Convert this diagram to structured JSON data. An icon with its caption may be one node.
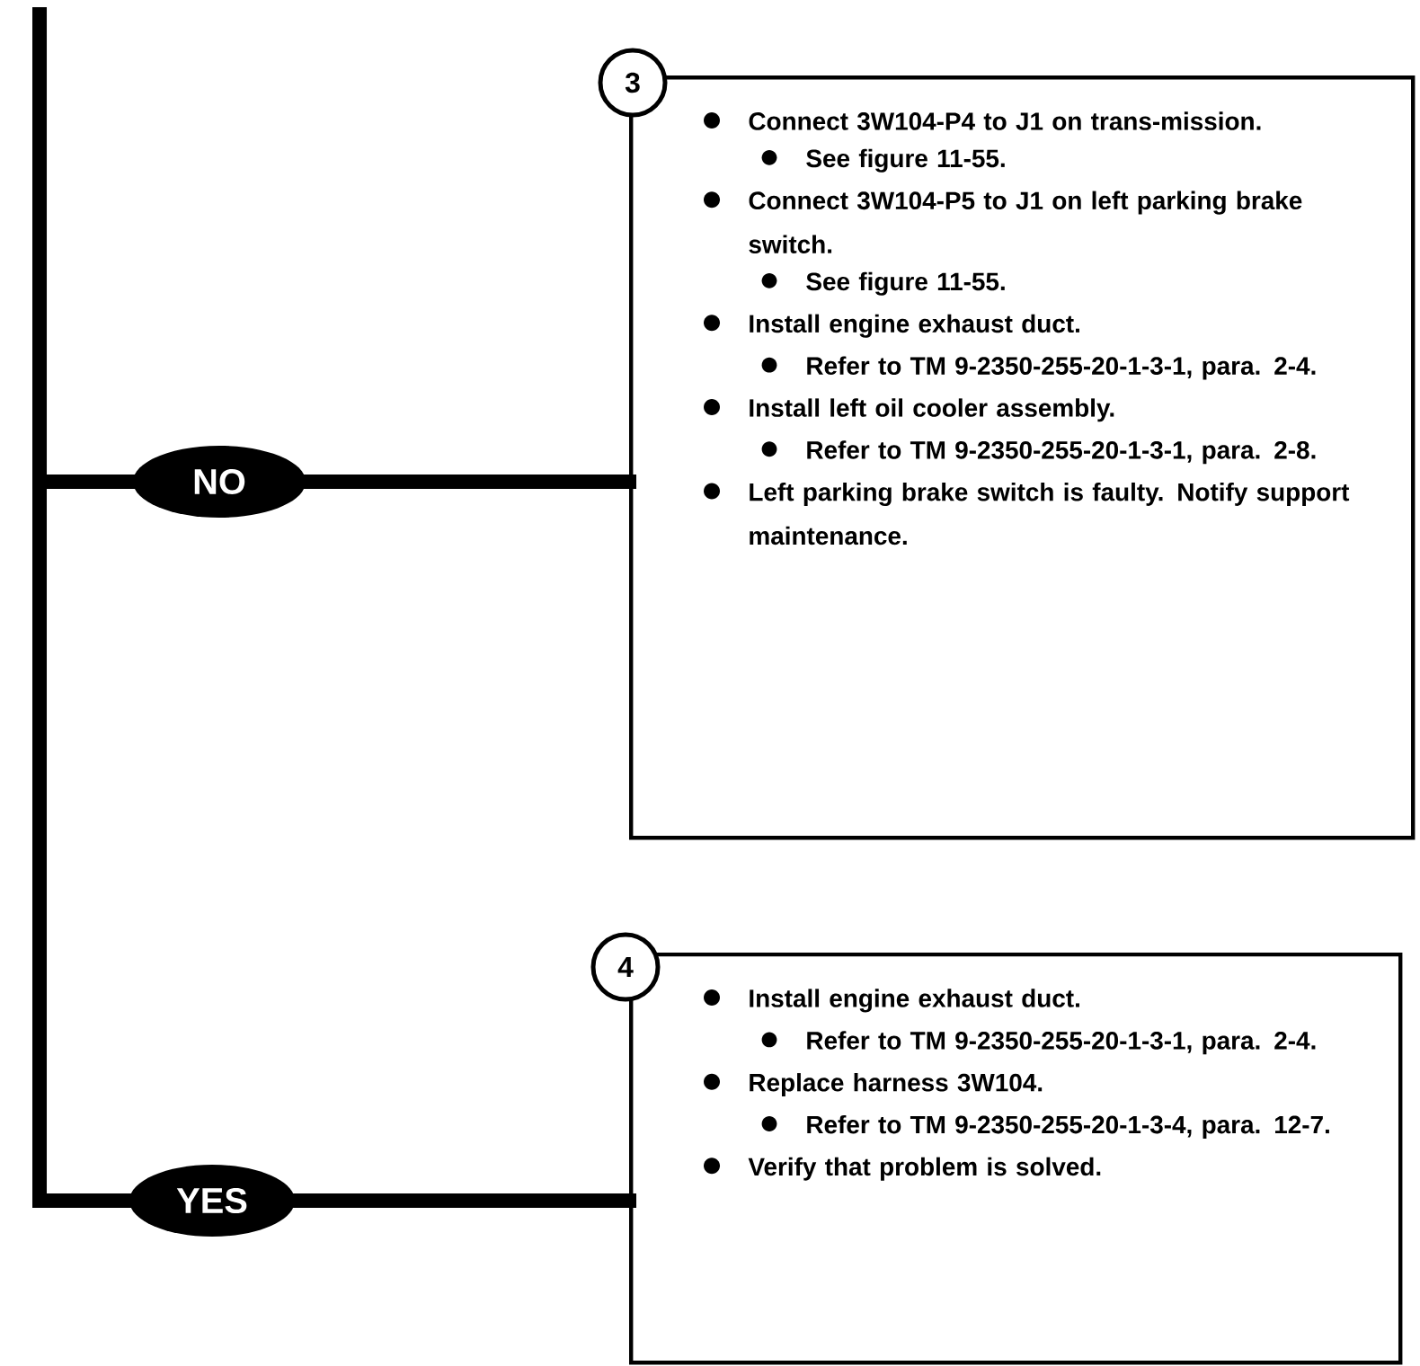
{
  "diagram": {
    "nodes": [
      {
        "text": [
          "NO"
        ]
      },
      {
        "text": [
          "3",
          "Connect 3W104-P4 to J1 on trans-mission.",
          "See figure 11-55.",
          "Connect 3W104-P5 to J1 on left parking brake switch.",
          "See figure 11-55.",
          "Install engine exhaust duct.",
          "Refer to TM 9-2350-255-20-1-3-1, para. 2-4.",
          "Install left oil cooler assembly.",
          "Refer to TM 9-2350-255-20-1-3-1, para. 2-8.",
          "Left parking brake switch is faulty. Notify support maintenance."
        ]
      },
      {
        "text": [
          "YES"
        ]
      },
      {
        "text": [
          "4",
          "Install engine exhaust duct.",
          "Refer to TM 9-2350-255-20-1-3-1, para. 2-4.",
          "Replace harness 3W104.",
          "Refer to TM 9-2350-255-20-1-3-4, para. 12-7.",
          "Verify that problem is solved."
        ]
      }
    ],
    "edges": [
      {
        "from": null,
        "to": 0,
        "arrow": "none"
      },
      {
        "from": null,
        "to": 2,
        "arrow": "none"
      },
      {
        "from": 0,
        "to": 1,
        "arrow": "none"
      },
      {
        "from": 2,
        "to": 3,
        "arrow": "none"
      }
    ]
  }
}
